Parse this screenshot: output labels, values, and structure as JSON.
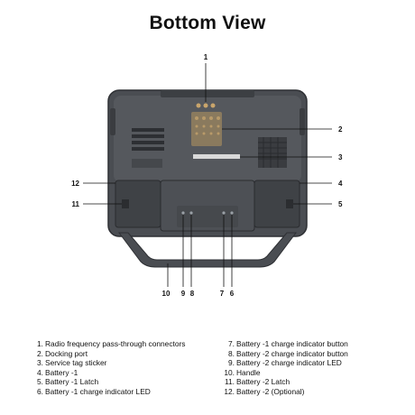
{
  "title": "Bottom View",
  "callouts": [
    "1",
    "2",
    "3",
    "4",
    "5",
    "6",
    "7",
    "8",
    "9",
    "10",
    "11",
    "12"
  ],
  "legend": [
    {
      "num": "1.",
      "text": "Radio frequency pass-through connectors"
    },
    {
      "num": "2.",
      "text": "Docking port"
    },
    {
      "num": "3.",
      "text": "Service tag sticker"
    },
    {
      "num": "4.",
      "text": "Battery -1"
    },
    {
      "num": "5.",
      "text": "Battery -1 Latch"
    },
    {
      "num": "6.",
      "text": "Battery -1 charge indicator LED"
    },
    {
      "num": "7.",
      "text": "Battery -1 charge indicator button"
    },
    {
      "num": "8.",
      "text": "Battery -2 charge indicator button"
    },
    {
      "num": "9.",
      "text": "Battery -2 charge indicator LED"
    },
    {
      "num": "10.",
      "text": "Handle"
    },
    {
      "num": "11.",
      "text": "Battery -2 Latch"
    },
    {
      "num": "12.",
      "text": "Battery -2 (Optional)"
    }
  ]
}
